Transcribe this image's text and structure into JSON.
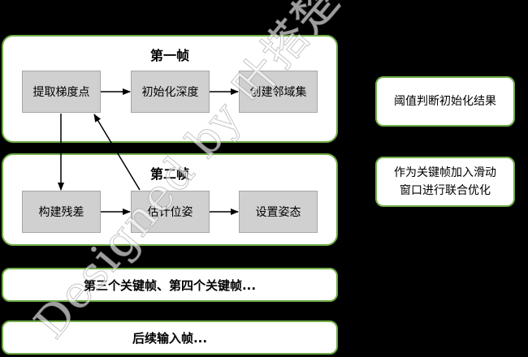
{
  "frame1": {
    "title": "第一帧",
    "steps": [
      "提取梯度点",
      "初始化深度",
      "创建邻域集"
    ]
  },
  "frame2": {
    "title": "第二帧",
    "steps": [
      "构建残差",
      "估计位姿",
      "设置姿态"
    ]
  },
  "bars": {
    "more_keyframes": "第三个关键帧、第四个关键帧...",
    "subsequent": "后续输入帧..."
  },
  "side": {
    "threshold": "阈值判断初始化结果",
    "keyframe_line1": "作为关键帧加入滑动",
    "keyframe_line2": "窗口进行联合优化"
  },
  "watermark": "Designed by 叶搭楚",
  "colors": {
    "border": "#70ad47",
    "step_fill": "#d0d0d0",
    "background": "#000000"
  }
}
